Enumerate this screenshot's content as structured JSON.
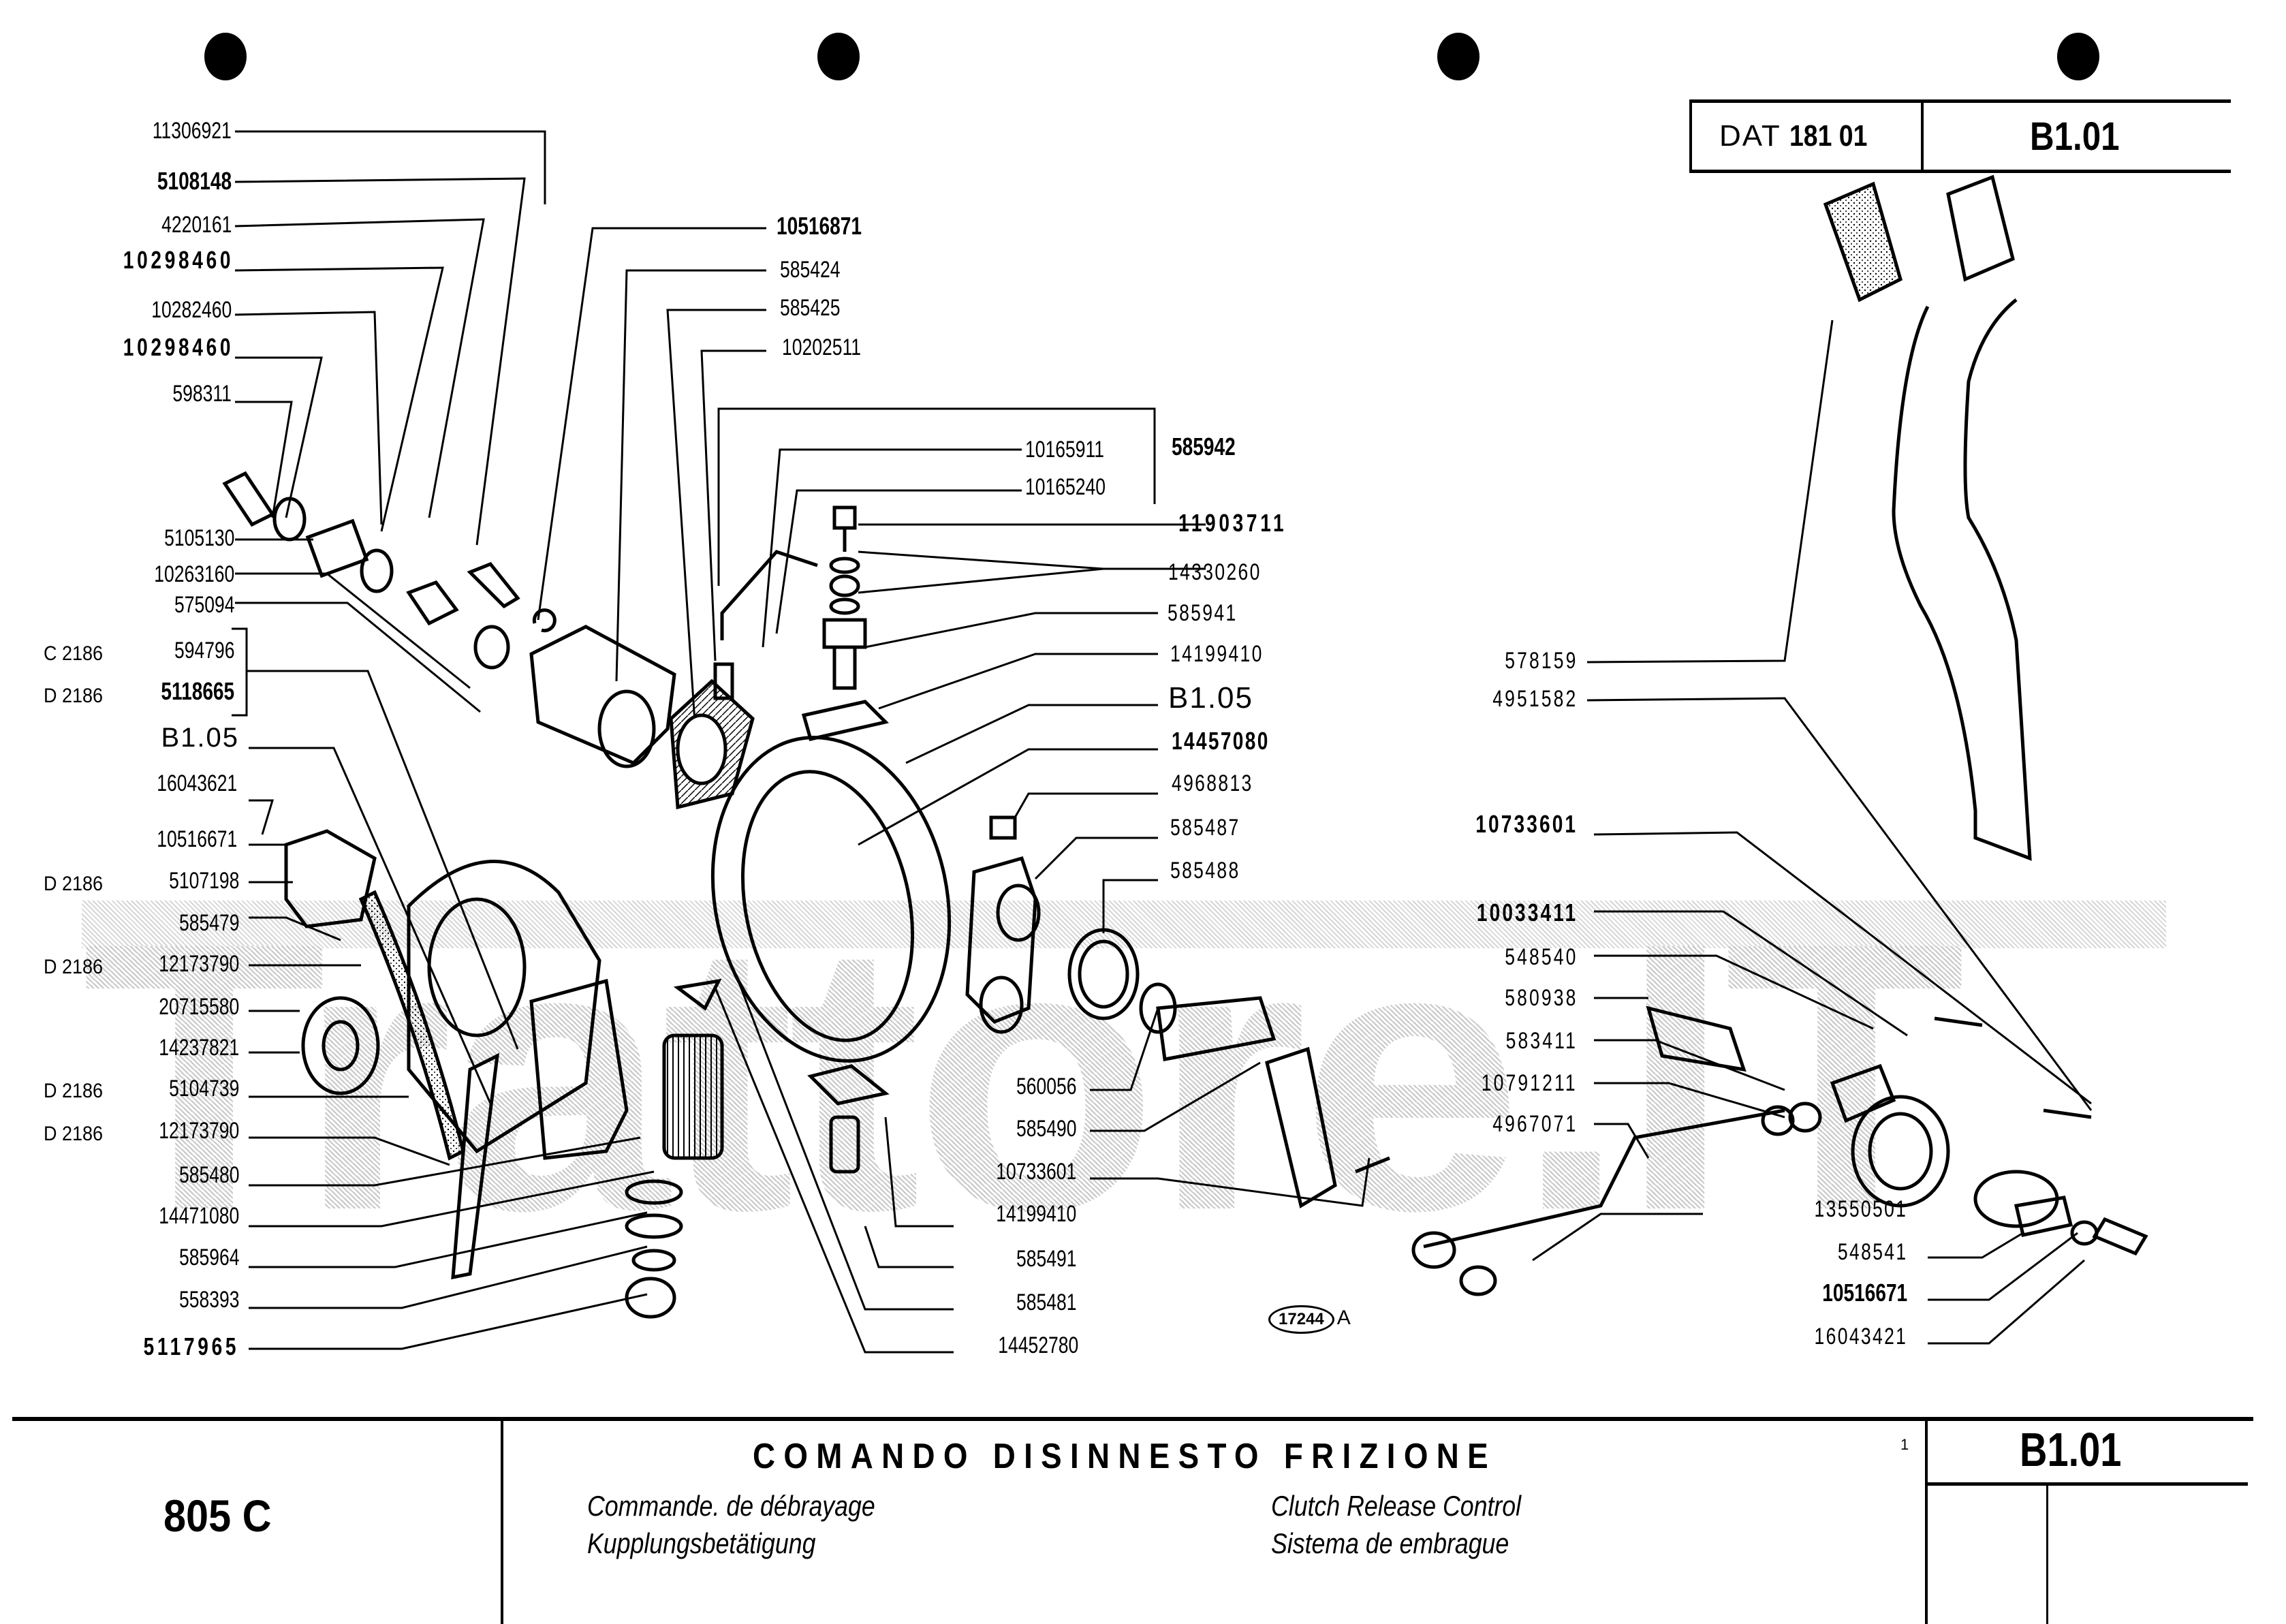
{
  "header": {
    "dat_prefix": "DAT",
    "dat_number": "181 01",
    "table_code": "B1.01"
  },
  "watermark": "Trattore.IT",
  "left_labels": [
    {
      "part": "11306921",
      "bold": false
    },
    {
      "part": "5108148",
      "bold": true
    },
    {
      "part": "4220161",
      "bold": false
    },
    {
      "part": "10298460",
      "bold": true
    },
    {
      "part": "10282460",
      "bold": false
    },
    {
      "part": "10298460",
      "bold": true
    },
    {
      "part": "598311",
      "bold": false
    },
    {
      "part": "5105130",
      "bold": false
    },
    {
      "part": "10263160",
      "bold": false
    },
    {
      "part": "575094",
      "bold": false
    },
    {
      "part": "594796",
      "bold": false,
      "code": "C 2186"
    },
    {
      "part": "5118665",
      "bold": true,
      "code": "D 2186"
    },
    {
      "part": "B1.05",
      "bold": false,
      "ref": true
    },
    {
      "part": "16043621",
      "bold": false
    },
    {
      "part": "10516671",
      "bold": false
    },
    {
      "part": "5107198",
      "bold": false,
      "code": "D 2186"
    },
    {
      "part": "585479",
      "bold": false
    },
    {
      "part": "12173790",
      "bold": false,
      "code": "D 2186"
    },
    {
      "part": "20715580",
      "bold": false
    },
    {
      "part": "14237821",
      "bold": false
    },
    {
      "part": "5104739",
      "bold": false,
      "code": "D 2186"
    },
    {
      "part": "12173790",
      "bold": false,
      "code": "D 2186"
    },
    {
      "part": "585480",
      "bold": false
    },
    {
      "part": "14471080",
      "bold": false
    },
    {
      "part": "585964",
      "bold": false
    },
    {
      "part": "558393",
      "bold": false
    },
    {
      "part": "5117965",
      "bold": true
    }
  ],
  "center_top_labels": [
    {
      "part": "10516871",
      "bold": true
    },
    {
      "part": "585424",
      "bold": false
    },
    {
      "part": "585425",
      "bold": false
    },
    {
      "part": "10202511",
      "bold": false
    }
  ],
  "center_mid_labels": [
    {
      "part": "10165911",
      "bold": false
    },
    {
      "part": "10165240",
      "bold": false
    }
  ],
  "group_label": "585942",
  "center_right_labels": [
    {
      "part": "11903711",
      "bold": true
    },
    {
      "part": "14330260",
      "bold": false
    },
    {
      "part": "585941",
      "bold": false
    },
    {
      "part": "14199410",
      "bold": false
    },
    {
      "part": "B1.05",
      "bold": false,
      "ref": true
    },
    {
      "part": "14457080",
      "bold": true
    },
    {
      "part": "4968813",
      "bold": false
    },
    {
      "part": "585487",
      "bold": false
    },
    {
      "part": "585488",
      "bold": false
    }
  ],
  "center_bottom_labels": [
    {
      "part": "560056",
      "bold": false
    },
    {
      "part": "585490",
      "bold": false
    },
    {
      "part": "10733601",
      "bold": false
    },
    {
      "part": "14199410",
      "bold": false
    },
    {
      "part": "585491",
      "bold": false
    },
    {
      "part": "585481",
      "bold": false
    },
    {
      "part": "14452780",
      "bold": false
    }
  ],
  "right_labels": [
    {
      "part": "578159",
      "bold": false
    },
    {
      "part": "4951582",
      "bold": false
    },
    {
      "part": "10733601",
      "bold": true
    },
    {
      "part": "10033411",
      "bold": true
    },
    {
      "part": "548540",
      "bold": false
    },
    {
      "part": "580938",
      "bold": false
    },
    {
      "part": "583411",
      "bold": false
    },
    {
      "part": "10791211",
      "bold": false
    },
    {
      "part": "4967071",
      "bold": false
    }
  ],
  "right_bottom_labels": [
    {
      "part": "13550501",
      "bold": false
    },
    {
      "part": "548541",
      "bold": false
    },
    {
      "part": "10516671",
      "bold": true
    },
    {
      "part": "16043421",
      "bold": false
    }
  ],
  "drawing_ref": {
    "number": "17244",
    "suffix": "A"
  },
  "footer": {
    "model": "805 C",
    "title_it": "COMANDO DISINNESTO FRIZIONE",
    "title_fr": "Commande. de débrayage",
    "title_de": "Kupplungsbetätigung",
    "title_en": "Clutch Release Control",
    "title_es": "Sistema de embrague",
    "page_number": "1",
    "table_code": "B1.01"
  }
}
